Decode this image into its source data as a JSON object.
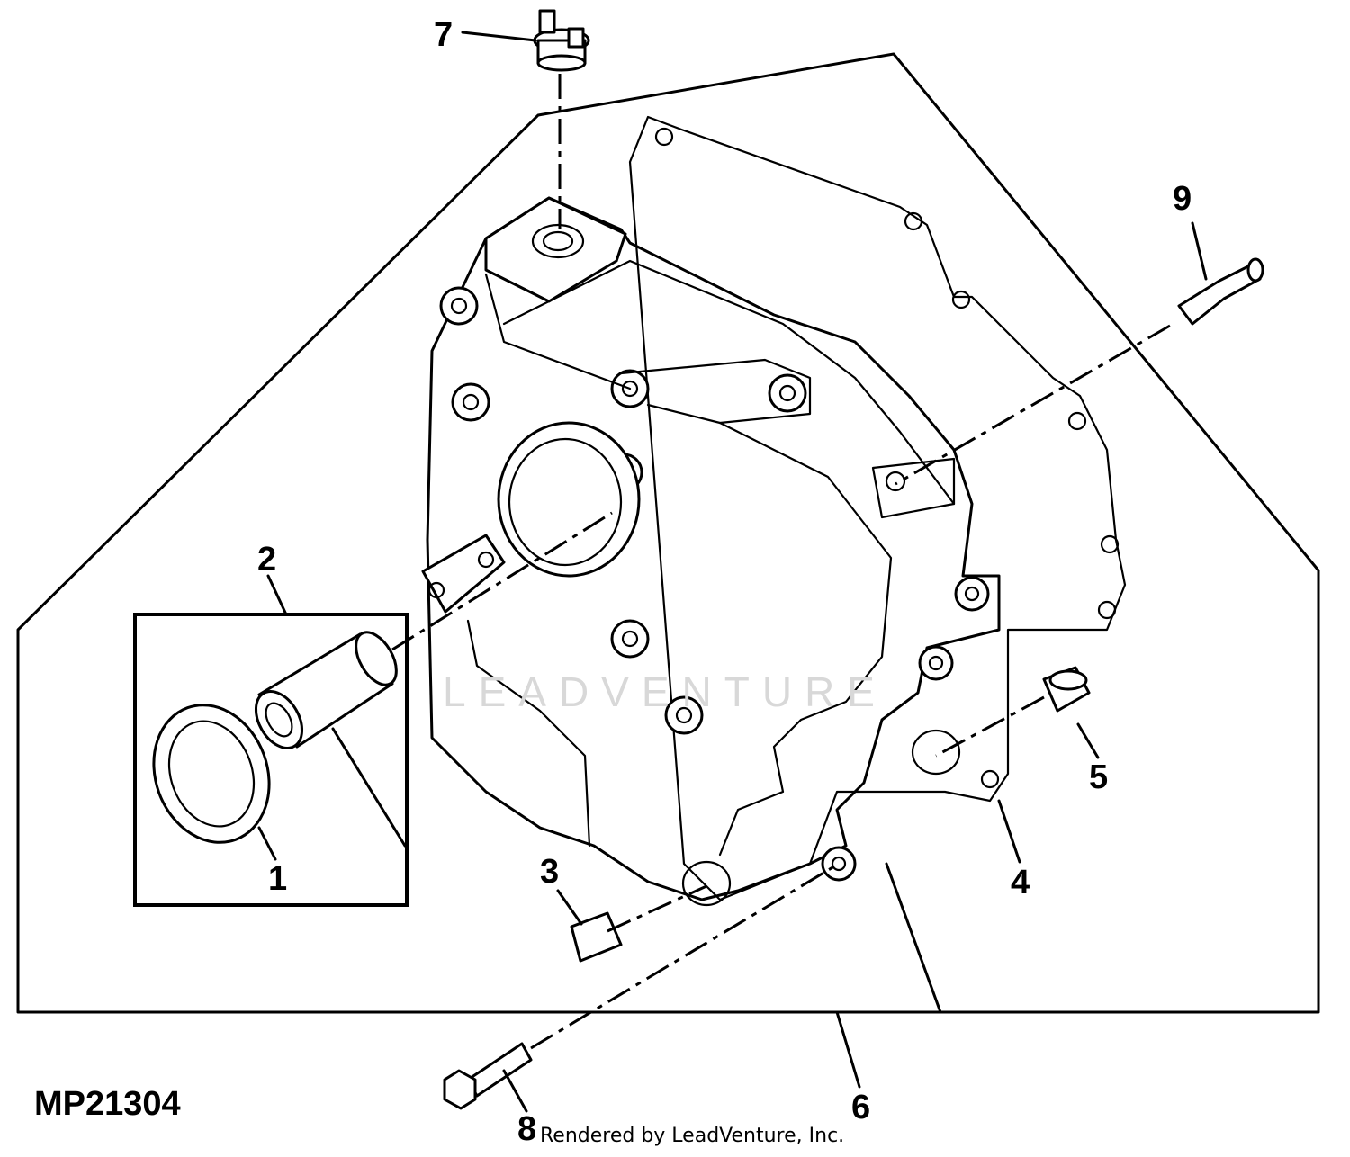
{
  "figure_id": "MP21304",
  "credit": "Rendered by LeadVenture, Inc.",
  "watermark": "LEADVENTURE",
  "callouts": [
    {
      "id": "1",
      "label": "1"
    },
    {
      "id": "2",
      "label": "2"
    },
    {
      "id": "3",
      "label": "3"
    },
    {
      "id": "4",
      "label": "4"
    },
    {
      "id": "5",
      "label": "5"
    },
    {
      "id": "6",
      "label": "6"
    },
    {
      "id": "7",
      "label": "7"
    },
    {
      "id": "8",
      "label": "8"
    },
    {
      "id": "9",
      "label": "9"
    }
  ]
}
